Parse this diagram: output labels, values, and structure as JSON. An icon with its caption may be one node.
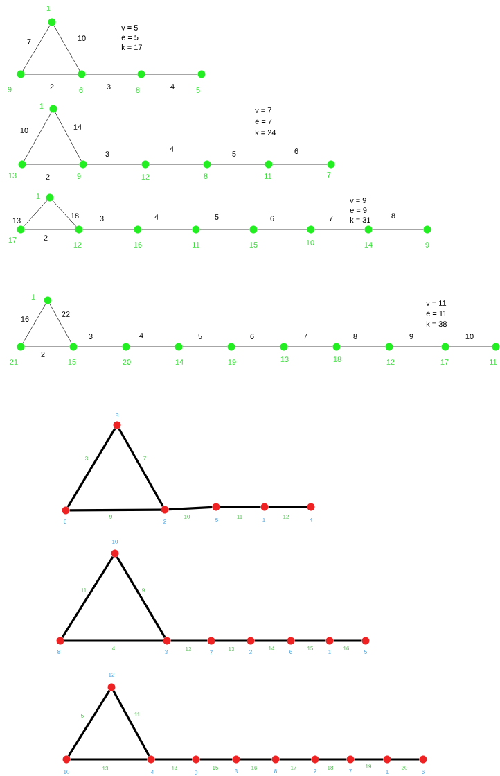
{
  "diagram": {
    "nodes": [
      {
        "text": [],
        "shape": "circle",
        "beside": [
          "1"
        ]
      },
      {
        "text": [],
        "shape": "circle",
        "beside": [
          "9"
        ]
      },
      {
        "text": [],
        "shape": "circle",
        "beside": [
          "6"
        ]
      },
      {
        "text": [],
        "shape": "circle",
        "beside": [
          "8"
        ]
      },
      {
        "text": [],
        "shape": "circle",
        "beside": [
          "5"
        ]
      },
      {
        "text": [],
        "shape": "circle",
        "beside": [
          "1"
        ]
      },
      {
        "text": [],
        "shape": "circle",
        "beside": [
          "13"
        ]
      },
      {
        "text": [],
        "shape": "circle",
        "beside": [
          "9"
        ]
      },
      {
        "text": [],
        "shape": "circle",
        "beside": [
          "12"
        ]
      },
      {
        "text": [],
        "shape": "circle",
        "beside": [
          "8"
        ]
      },
      {
        "text": [],
        "shape": "circle",
        "beside": [
          "11"
        ]
      },
      {
        "text": [],
        "shape": "circle",
        "beside": [
          "7"
        ]
      },
      {
        "text": [],
        "shape": "circle",
        "beside": [
          "1"
        ]
      },
      {
        "text": [],
        "shape": "circle",
        "beside": [
          "17"
        ]
      },
      {
        "text": [],
        "shape": "circle",
        "beside": [
          "12"
        ]
      },
      {
        "text": [],
        "shape": "circle",
        "beside": [
          "16"
        ]
      },
      {
        "text": [],
        "shape": "circle",
        "beside": [
          "11"
        ]
      },
      {
        "text": [],
        "shape": "circle",
        "beside": [
          "15"
        ]
      },
      {
        "text": [],
        "shape": "circle",
        "beside": [
          "10"
        ]
      },
      {
        "text": [],
        "shape": "circle",
        "beside": [
          "14"
        ]
      },
      {
        "text": [],
        "shape": "circle",
        "beside": [
          "9"
        ]
      },
      {
        "text": [],
        "shape": "circle",
        "beside": [
          "1"
        ]
      },
      {
        "text": [],
        "shape": "circle",
        "beside": [
          "21"
        ]
      },
      {
        "text": [],
        "shape": "circle",
        "beside": [
          "15"
        ]
      },
      {
        "text": [],
        "shape": "circle",
        "beside": [
          "20"
        ]
      },
      {
        "text": [],
        "shape": "circle",
        "beside": [
          "14"
        ]
      },
      {
        "text": [],
        "shape": "circle",
        "beside": [
          "19"
        ]
      },
      {
        "text": [],
        "shape": "circle",
        "beside": [
          "13"
        ]
      },
      {
        "text": [],
        "shape": "circle",
        "beside": [
          "18"
        ]
      },
      {
        "text": [],
        "shape": "circle",
        "beside": [
          "12"
        ]
      },
      {
        "text": [],
        "shape": "circle",
        "beside": [
          "17"
        ]
      },
      {
        "text": [],
        "shape": "circle",
        "beside": [
          "11"
        ]
      },
      {
        "text": [],
        "shape": "circle",
        "beside": [
          "8"
        ]
      },
      {
        "text": [],
        "shape": "circle",
        "beside": [
          "6"
        ]
      },
      {
        "text": [],
        "shape": "circle",
        "beside": [
          "2"
        ]
      },
      {
        "text": [],
        "shape": "circle",
        "beside": [
          "5"
        ]
      },
      {
        "text": [],
        "shape": "circle",
        "beside": [
          "1"
        ]
      },
      {
        "text": [],
        "shape": "circle",
        "beside": [
          "4"
        ]
      },
      {
        "text": [],
        "shape": "circle",
        "beside": [
          "10"
        ]
      },
      {
        "text": [],
        "shape": "circle",
        "beside": [
          "8"
        ]
      },
      {
        "text": [],
        "shape": "circle",
        "beside": [
          "3"
        ]
      },
      {
        "text": [],
        "shape": "circle",
        "beside": [
          "7"
        ]
      },
      {
        "text": [],
        "shape": "circle",
        "beside": [
          "2"
        ]
      },
      {
        "text": [],
        "shape": "circle",
        "beside": [
          "6"
        ]
      },
      {
        "text": [],
        "shape": "circle",
        "beside": [
          "1"
        ]
      },
      {
        "text": [],
        "shape": "circle",
        "beside": [
          "5"
        ]
      },
      {
        "text": [],
        "shape": "circle",
        "beside": [
          "12"
        ]
      },
      {
        "text": [],
        "shape": "circle",
        "beside": [
          "10"
        ]
      },
      {
        "text": [],
        "shape": "circle",
        "beside": [
          "4"
        ]
      },
      {
        "text": [],
        "shape": "circle",
        "beside": [
          "9"
        ]
      },
      {
        "text": [],
        "shape": "circle",
        "beside": [
          "3"
        ]
      },
      {
        "text": [],
        "shape": "circle",
        "beside": [
          "8"
        ]
      },
      {
        "text": [],
        "shape": "circle",
        "beside": [
          "2"
        ]
      },
      {
        "text": [],
        "shape": "circle",
        "beside": [
          "7"
        ]
      },
      {
        "text": [],
        "shape": "circle",
        "beside": [
          "1"
        ]
      },
      {
        "text": [],
        "shape": "circle",
        "beside": [
          "6"
        ]
      }
    ],
    "edges": [
      {
        "from": 0,
        "to": 1,
        "arrow": "none",
        "label": "7"
      },
      {
        "from": 0,
        "to": 2,
        "arrow": "none",
        "label": "10"
      },
      {
        "from": 1,
        "to": 2,
        "arrow": "none",
        "label": "2"
      },
      {
        "from": 2,
        "to": 3,
        "arrow": "none",
        "label": "3"
      },
      {
        "from": 3,
        "to": 4,
        "arrow": "none",
        "label": "4"
      },
      {
        "from": 5,
        "to": 6,
        "arrow": "none",
        "label": "10"
      },
      {
        "from": 5,
        "to": 7,
        "arrow": "none",
        "label": "14"
      },
      {
        "from": 6,
        "to": 7,
        "arrow": "none",
        "label": "2"
      },
      {
        "from": 7,
        "to": 8,
        "arrow": "none",
        "label": "3"
      },
      {
        "from": 8,
        "to": 9,
        "arrow": "none",
        "label": "4"
      },
      {
        "from": 9,
        "to": 10,
        "arrow": "none",
        "label": "5"
      },
      {
        "from": 10,
        "to": 11,
        "arrow": "none",
        "label": "6"
      },
      {
        "from": 12,
        "to": 13,
        "arrow": "none",
        "label": "13"
      },
      {
        "from": 12,
        "to": 14,
        "arrow": "none",
        "label": "18"
      },
      {
        "from": 13,
        "to": 14,
        "arrow": "none",
        "label": "2"
      },
      {
        "from": 14,
        "to": 15,
        "arrow": "none",
        "label": "3"
      },
      {
        "from": 15,
        "to": 16,
        "arrow": "none",
        "label": "4"
      },
      {
        "from": 16,
        "to": 17,
        "arrow": "none",
        "label": "5"
      },
      {
        "from": 17,
        "to": 18,
        "arrow": "none",
        "label": "6"
      },
      {
        "from": 18,
        "to": 19,
        "arrow": "none",
        "label": "7"
      },
      {
        "from": 19,
        "to": 20,
        "arrow": "none",
        "label": "8"
      },
      {
        "from": 21,
        "to": 22,
        "arrow": "none",
        "label": "16"
      },
      {
        "from": 21,
        "to": 23,
        "arrow": "none",
        "label": "22"
      },
      {
        "from": 22,
        "to": 23,
        "arrow": "none",
        "label": "2"
      },
      {
        "from": 23,
        "to": 24,
        "arrow": "none",
        "label": "3"
      },
      {
        "from": 24,
        "to": 25,
        "arrow": "none",
        "label": "4"
      },
      {
        "from": 25,
        "to": 26,
        "arrow": "none",
        "label": "5"
      },
      {
        "from": 26,
        "to": 27,
        "arrow": "none",
        "label": "6"
      },
      {
        "from": 27,
        "to": 28,
        "arrow": "none",
        "label": "7"
      },
      {
        "from": 28,
        "to": 29,
        "arrow": "none",
        "label": "8"
      },
      {
        "from": 29,
        "to": 30,
        "arrow": "none",
        "label": "9"
      },
      {
        "from": 30,
        "to": 31,
        "arrow": "none",
        "label": "10"
      },
      {
        "from": 32,
        "to": 33,
        "arrow": "none",
        "label": "3",
        "style": "thick"
      },
      {
        "from": 32,
        "to": 34,
        "arrow": "none",
        "label": "7",
        "style": "thick"
      },
      {
        "from": 33,
        "to": 34,
        "arrow": "none",
        "label": "9",
        "style": "thick"
      },
      {
        "from": 34,
        "to": 35,
        "arrow": "none",
        "label": "10",
        "style": "thick"
      },
      {
        "from": 35,
        "to": 36,
        "arrow": "none",
        "label": "11",
        "style": "thick"
      },
      {
        "from": 36,
        "to": 37,
        "arrow": "none",
        "label": "12",
        "style": "thick"
      },
      {
        "from": 38,
        "to": 39,
        "arrow": "none",
        "label": "11",
        "style": "thick"
      },
      {
        "from": 38,
        "to": 40,
        "arrow": "none",
        "label": "9",
        "style": "thick"
      },
      {
        "from": 39,
        "to": 40,
        "arrow": "none",
        "label": "4",
        "style": "thick"
      },
      {
        "from": 40,
        "to": 41,
        "arrow": "none",
        "label": "12",
        "style": "thick"
      },
      {
        "from": 41,
        "to": 42,
        "arrow": "none",
        "label": "13",
        "style": "thick"
      },
      {
        "from": 42,
        "to": 43,
        "arrow": "none",
        "label": "14",
        "style": "thick"
      },
      {
        "from": 43,
        "to": 44,
        "arrow": "none",
        "label": "15",
        "style": "thick"
      },
      {
        "from": 44,
        "to": 45,
        "arrow": "none",
        "label": "16",
        "style": "thick"
      },
      {
        "from": 46,
        "to": 47,
        "arrow": "none",
        "label": "5",
        "style": "thick"
      },
      {
        "from": 46,
        "to": 48,
        "arrow": "none",
        "label": "11",
        "style": "thick"
      },
      {
        "from": 47,
        "to": 48,
        "arrow": "none",
        "label": "13",
        "style": "thick"
      },
      {
        "from": 48,
        "to": 49,
        "arrow": "none",
        "label": "14",
        "style": "thick"
      },
      {
        "from": 49,
        "to": 50,
        "arrow": "none",
        "label": "15",
        "style": "thick"
      },
      {
        "from": 50,
        "to": 51,
        "arrow": "none",
        "label": "16",
        "style": "thick"
      },
      {
        "from": 51,
        "to": 52,
        "arrow": "none",
        "label": "17",
        "style": "thick"
      },
      {
        "from": 52,
        "to": 53,
        "arrow": "none",
        "label": "18",
        "style": "thick"
      },
      {
        "from": 53,
        "to": 54,
        "arrow": "none",
        "label": "19",
        "style": "thick"
      },
      {
        "from": 54,
        "to": 55,
        "arrow": "none",
        "label": "20",
        "style": "thick"
      }
    ],
    "labels": [
      "v = 5",
      "e = 5",
      "k = 17",
      "v = 7",
      "e = 7",
      "k = 24",
      "v = 9",
      "e = 9",
      "k = 31",
      "v = 11",
      "e = 11",
      "k = 38"
    ]
  }
}
